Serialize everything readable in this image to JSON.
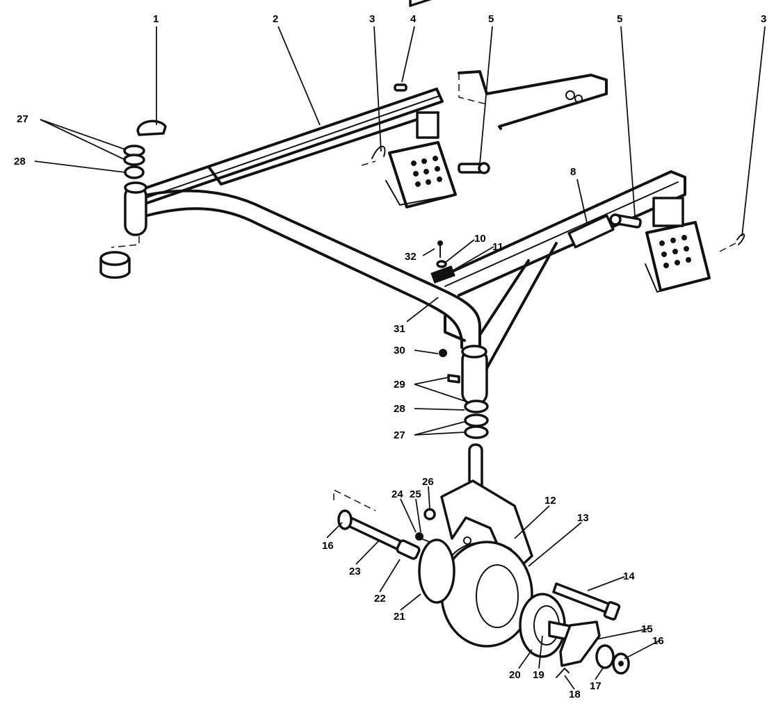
{
  "callouts": [
    {
      "id": "c1",
      "text": "1"
    },
    {
      "id": "c2",
      "text": "2"
    },
    {
      "id": "c3a",
      "text": "3"
    },
    {
      "id": "c4",
      "text": "4"
    },
    {
      "id": "c5a",
      "text": "5"
    },
    {
      "id": "c5b",
      "text": "5"
    },
    {
      "id": "c3b",
      "text": "3"
    },
    {
      "id": "c27a",
      "text": "27"
    },
    {
      "id": "c28a",
      "text": "28"
    },
    {
      "id": "c8",
      "text": "8"
    },
    {
      "id": "c32",
      "text": "32"
    },
    {
      "id": "c10",
      "text": "10"
    },
    {
      "id": "c11",
      "text": "11"
    },
    {
      "id": "c31",
      "text": "31"
    },
    {
      "id": "c30",
      "text": "30"
    },
    {
      "id": "c29",
      "text": "29"
    },
    {
      "id": "c28b",
      "text": "28"
    },
    {
      "id": "c27b",
      "text": "27"
    },
    {
      "id": "c26",
      "text": "26"
    },
    {
      "id": "c24",
      "text": "24"
    },
    {
      "id": "c25",
      "text": "25"
    },
    {
      "id": "c12",
      "text": "12"
    },
    {
      "id": "c13",
      "text": "13"
    },
    {
      "id": "c16a",
      "text": "16"
    },
    {
      "id": "c23",
      "text": "23"
    },
    {
      "id": "c22",
      "text": "22"
    },
    {
      "id": "c21",
      "text": "21"
    },
    {
      "id": "c14",
      "text": "14"
    },
    {
      "id": "c15",
      "text": "15"
    },
    {
      "id": "c16b",
      "text": "16"
    },
    {
      "id": "c20",
      "text": "20"
    },
    {
      "id": "c19",
      "text": "19"
    },
    {
      "id": "c18",
      "text": "18"
    },
    {
      "id": "c17",
      "text": "17"
    }
  ]
}
